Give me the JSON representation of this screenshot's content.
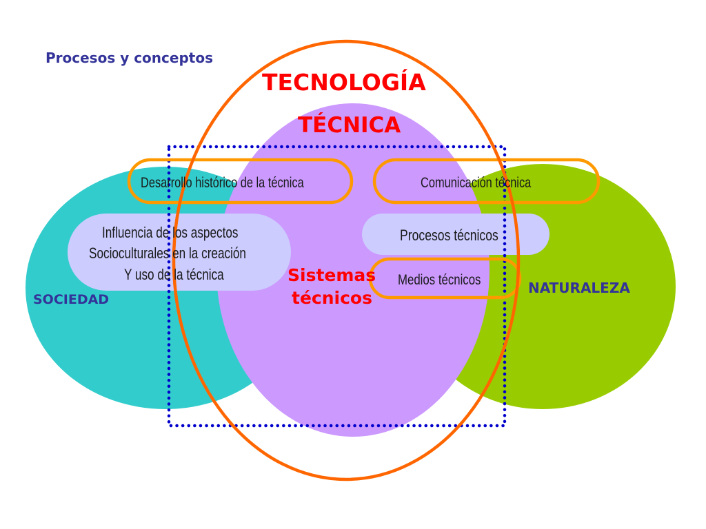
{
  "colors": {
    "sociedad": "#33cccc",
    "naturaleza": "#99cc00",
    "tecnica": "#cc99ff",
    "pill": "#ccccff",
    "orange": "#ff6600",
    "orange_light": "#ff9900",
    "dotted_blue": "#0000cc",
    "title_red": "#ff0000",
    "navy": "#333399",
    "text_dark": "#1a1a1a"
  },
  "labels": {
    "heading": "Procesos y conceptos",
    "tecnologia": "TECNOLOGÍA",
    "tecnica": "TÉCNICA",
    "sociedad": "SOCIEDAD",
    "naturaleza": "NATURALEZA",
    "sistemas_line1": "Sistemas",
    "sistemas_line2": "técnicos",
    "desarrollo": "Desarrollo histórico de la técnica",
    "comunicacion": "Comunicación  técnica",
    "influencia_line1": "Influencia de los aspectos",
    "influencia_line2": "Socioculturales en la creación",
    "influencia_line3": "Y uso de la técnica",
    "procesos": "Procesos  técnicos",
    "medios": "Medios técnicos"
  }
}
